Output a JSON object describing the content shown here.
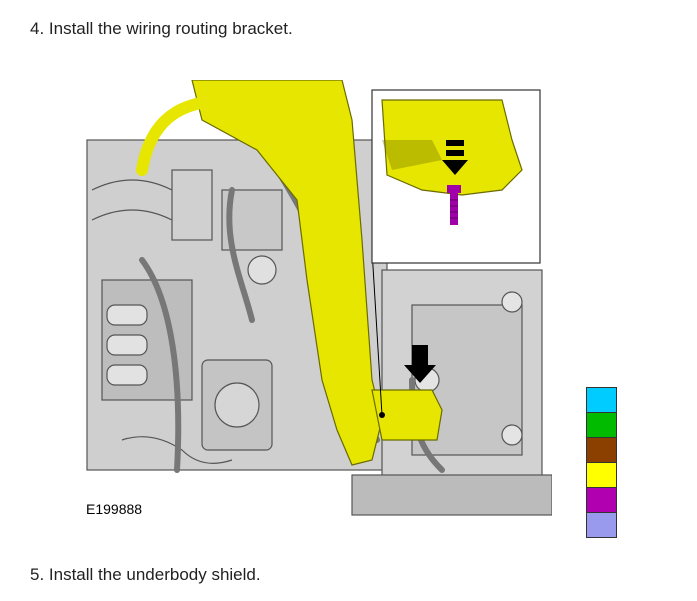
{
  "steps": [
    {
      "text": "4. Install the wiring routing bracket."
    },
    {
      "text": "5. Install the underbody shield."
    }
  ],
  "figure": {
    "id_label": "E199888",
    "highlight_color": "#e6e600",
    "fastener_color": "#a000a8"
  },
  "legend": {
    "swatches": [
      "#00ccff",
      "#00bb00",
      "#8b4000",
      "#ffff00",
      "#b000b0",
      "#9999ee"
    ]
  }
}
